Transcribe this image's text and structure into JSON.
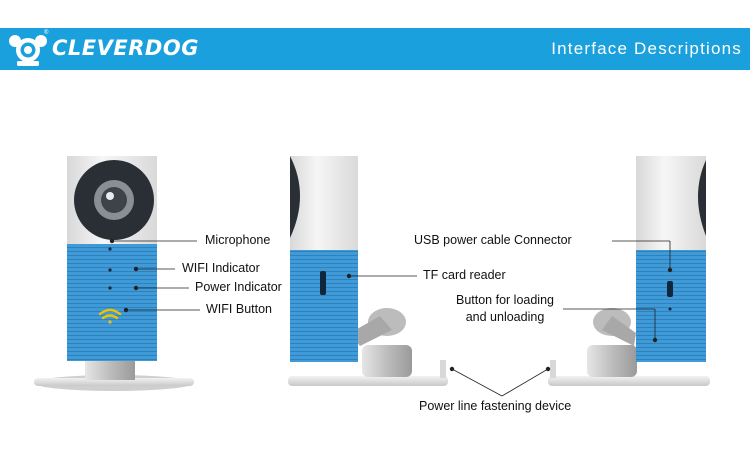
{
  "header": {
    "brand": "CLEVERDOG",
    "registered_mark": "®",
    "title": "Interface Descriptions",
    "color": "#1aa0dc"
  },
  "colors": {
    "camera_blue": "#3f9ad8",
    "camera_white": "#f1f1f1",
    "wifi_icon": "#f2c200"
  },
  "labels": {
    "microphone": "Microphone",
    "wifi_indicator": "WIFI Indicator",
    "power_indicator": "Power Indicator",
    "wifi_button": "WIFI Button",
    "tf_card_reader": "TF card reader",
    "usb_connector": "USB power cable Connector",
    "load_button_line1": "Button for loading",
    "load_button_line2": "and unloading",
    "power_line_device": "Power line fastening device"
  }
}
